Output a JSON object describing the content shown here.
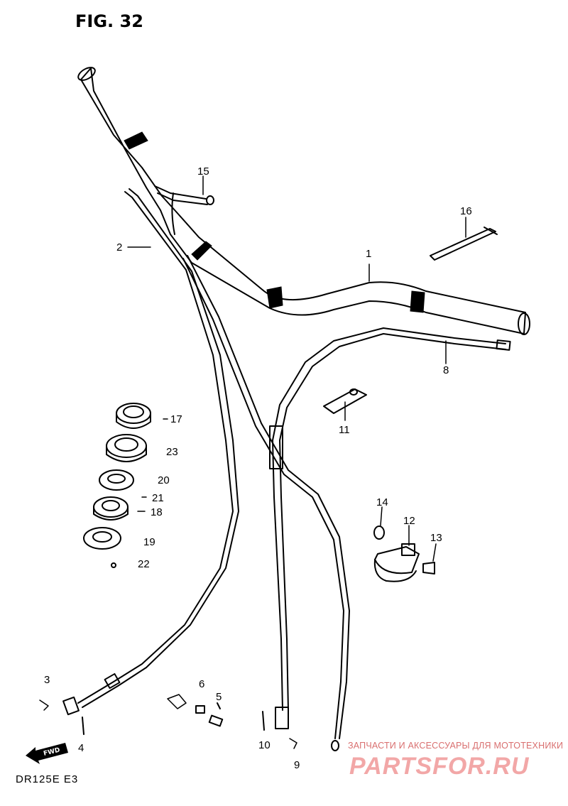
{
  "figure": {
    "title": "FIG. 32",
    "model_label": "DR125E  E3",
    "direction_label": "FWD"
  },
  "callouts": [
    {
      "id": "1",
      "part": "handlebar"
    },
    {
      "id": "2",
      "part": "throttle-cable"
    },
    {
      "id": "3",
      "part": "bolt"
    },
    {
      "id": "4",
      "part": "screw"
    },
    {
      "id": "5",
      "part": "washer"
    },
    {
      "id": "6",
      "part": "nut"
    },
    {
      "id": "8",
      "part": "clutch-cable"
    },
    {
      "id": "9",
      "part": "cable-end"
    },
    {
      "id": "10",
      "part": "adjuster"
    },
    {
      "id": "11",
      "part": "cable-clamp"
    },
    {
      "id": "12",
      "part": "holder-clamp"
    },
    {
      "id": "13",
      "part": "holder-bolt"
    },
    {
      "id": "14",
      "part": "holder-nut"
    },
    {
      "id": "15",
      "part": "handlebar-clamp"
    },
    {
      "id": "16",
      "part": "tie-band"
    },
    {
      "id": "17",
      "part": "seal"
    },
    {
      "id": "18",
      "part": "bearing"
    },
    {
      "id": "19",
      "part": "seal-lower"
    },
    {
      "id": "20",
      "part": "washer-ring"
    },
    {
      "id": "21",
      "part": "ring"
    },
    {
      "id": "22",
      "part": "spacer"
    },
    {
      "id": "23",
      "part": "race"
    }
  ],
  "watermark": {
    "caption": "ЗАПЧАСТИ И АКСЕССУАРЫ ДЛЯ МОТОТЕХНИКИ",
    "brand": "PARTSFOR.RU",
    "colors": {
      "caption": "#d96f6f",
      "brand": "#f2a7a7"
    }
  },
  "colors": {
    "ink": "#000000",
    "paper": "#ffffff"
  }
}
